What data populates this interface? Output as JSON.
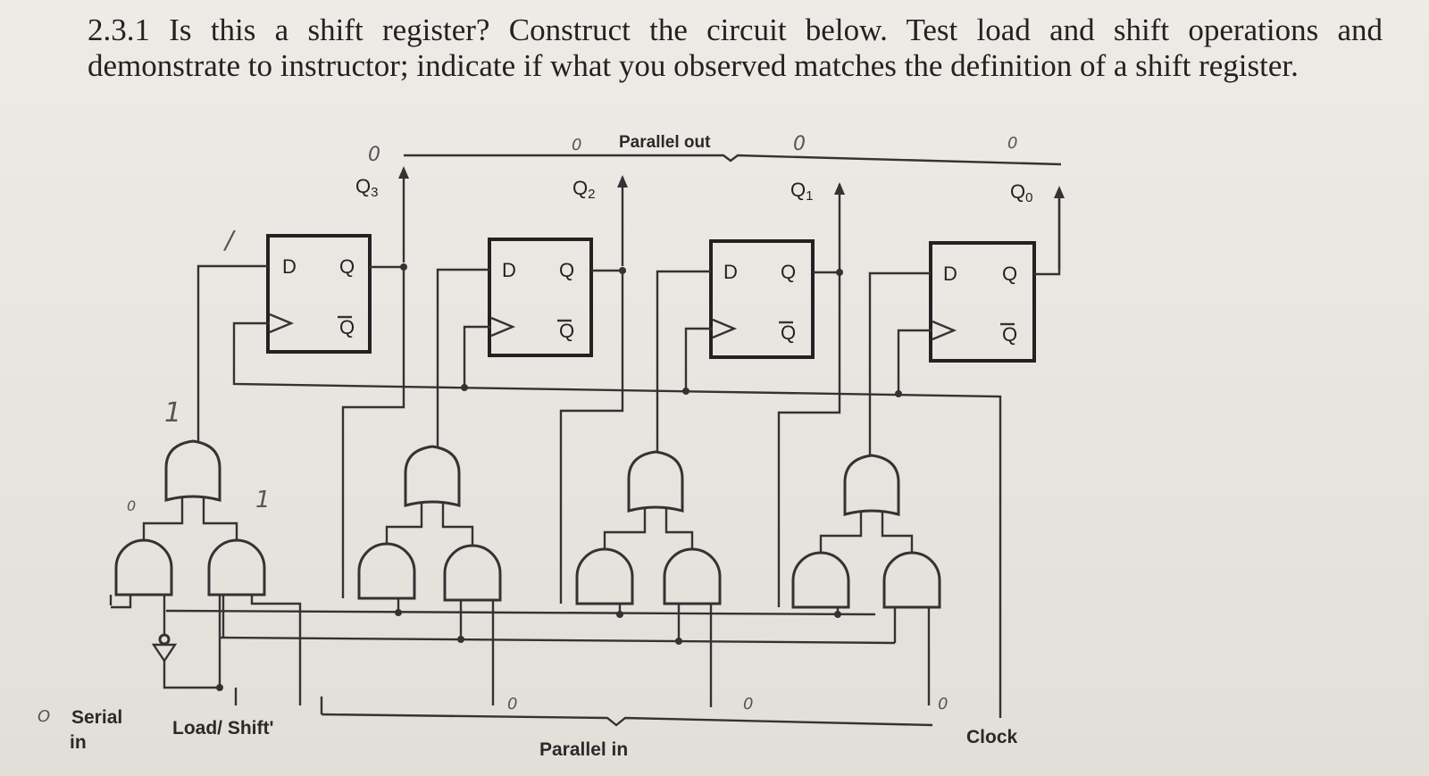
{
  "heading": {
    "line1": "2.3.1 Is this a shift register? Construct the circuit below. Test load and shift operations and",
    "line2": "demonstrate to instructor; indicate if what you observed matches the definition of a shift register."
  },
  "labels": {
    "parallel_out": "Parallel out",
    "parallel_in": "Parallel in",
    "serial_in_1": "Serial",
    "serial_in_2": "in",
    "load_shift": "Load/ Shift'",
    "clock": "Clock"
  },
  "outputs": [
    {
      "name": "Q",
      "sub": "3"
    },
    {
      "name": "Q",
      "sub": "2"
    },
    {
      "name": "Q",
      "sub": "1"
    },
    {
      "name": "Q",
      "sub": "0"
    }
  ],
  "flipflop_pins": {
    "d": "D",
    "q": "Q",
    "qn": "Q"
  },
  "handwritten": {
    "out3": "0",
    "out2": "0",
    "out1": "0",
    "out0": "0",
    "serial_mark": "O",
    "stray1": "/",
    "stray2": "1",
    "stray3": "1",
    "in3": "0",
    "in2": "0",
    "in1": "0",
    "in0": "0"
  }
}
